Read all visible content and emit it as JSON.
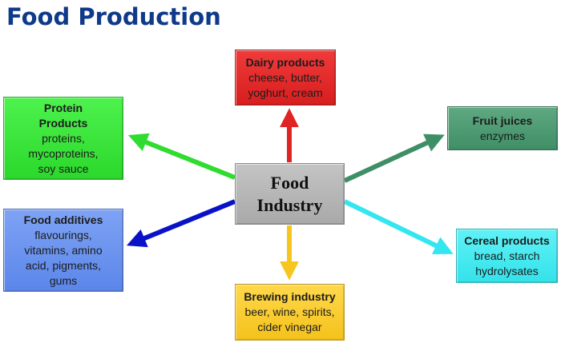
{
  "title": "Food Production",
  "diagram": {
    "center": {
      "lines": [
        "Food",
        "Industry"
      ]
    },
    "nodes": {
      "dairy": {
        "heading": [
          "Dairy products"
        ],
        "body": [
          "cheese, butter,",
          "yoghurt, cream"
        ]
      },
      "protein": {
        "heading": [
          "Protein",
          "Products"
        ],
        "body": [
          "proteins,",
          "mycoproteins,",
          "soy sauce"
        ]
      },
      "fruit": {
        "heading": [
          "Fruit juices"
        ],
        "body": [
          "enzymes"
        ]
      },
      "additives": {
        "heading": [
          "Food additives"
        ],
        "body": [
          "flavourings,",
          "vitamins, amino",
          "acid, pigments,",
          "gums"
        ]
      },
      "cereal": {
        "heading": [
          "Cereal products"
        ],
        "body": [
          "bread, starch",
          "hydrolysates"
        ]
      },
      "brewing": {
        "heading": [
          "Brewing industry"
        ],
        "body": [
          "beer, wine, spirits,",
          "cider vinegar"
        ]
      }
    },
    "colors": {
      "title": "#0f3a8a",
      "dairy": "#e02424",
      "protein": "#30dc30",
      "fruit": "#3f8f66",
      "additives": "#0a12c8",
      "cereal": "#33e6f0",
      "brewing": "#f6c61e",
      "center": "#b3b3b3"
    }
  }
}
